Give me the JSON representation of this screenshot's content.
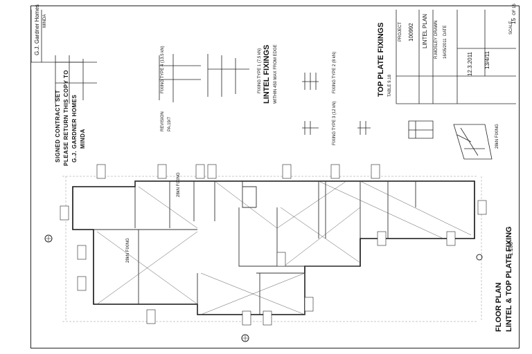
{
  "header": {
    "company": "G.J. Gardner Homes",
    "region": "MINDA"
  },
  "project": {
    "project_label": "PROJECT",
    "project_number": "100992",
    "sheet_title": "LINTEL PLAN",
    "drawn_label": "DRAWN",
    "drawn_value": "R.MOSLEY",
    "date_label": "DATE",
    "date_value": "16/05/2011",
    "sheet_number": "15",
    "sheet_of": "OF 15",
    "signature_date_1": "12.3.2011",
    "signature_date_2": "13/4/11",
    "scale_note": "SCALE",
    "revision_label": "REVISION",
    "revision_value": "PA.19/7"
  },
  "stamp": {
    "line1": "SIGNED CONTRACT SET",
    "line2": "PLEASE RETURN THIS COPY TO",
    "line3": "G.J. GARDNER HOMES",
    "line4": "MINDA"
  },
  "details": {
    "lintel_fixings_title": "LINTEL FIXINGS",
    "lintel_fixings_note": "WITHIN 450 MAX FROM EDGE",
    "fixing_type_1": "FIXING TYPE 1 (7.5 kN)",
    "fixing_type_2": "FIXING TYPE 2 (8 kN)",
    "fixing_type_3": "FIXING TYPE 3 (12 kN)",
    "fixing_type_4": "FIXING TYPE 4 (13.5 kN)",
    "top_plate_title": "TOP PLATE FIXINGS",
    "top_plate_note": "TABLE 9.18",
    "drawing_label": "28kN FIXING"
  },
  "plan": {
    "title": "FLOOR PLAN",
    "subtitle": "LINTEL & TOP PLATE FIXING",
    "scale": "1:100",
    "room_label_1": "28kN FIXING",
    "room_label_2": "28kN FIXING"
  }
}
